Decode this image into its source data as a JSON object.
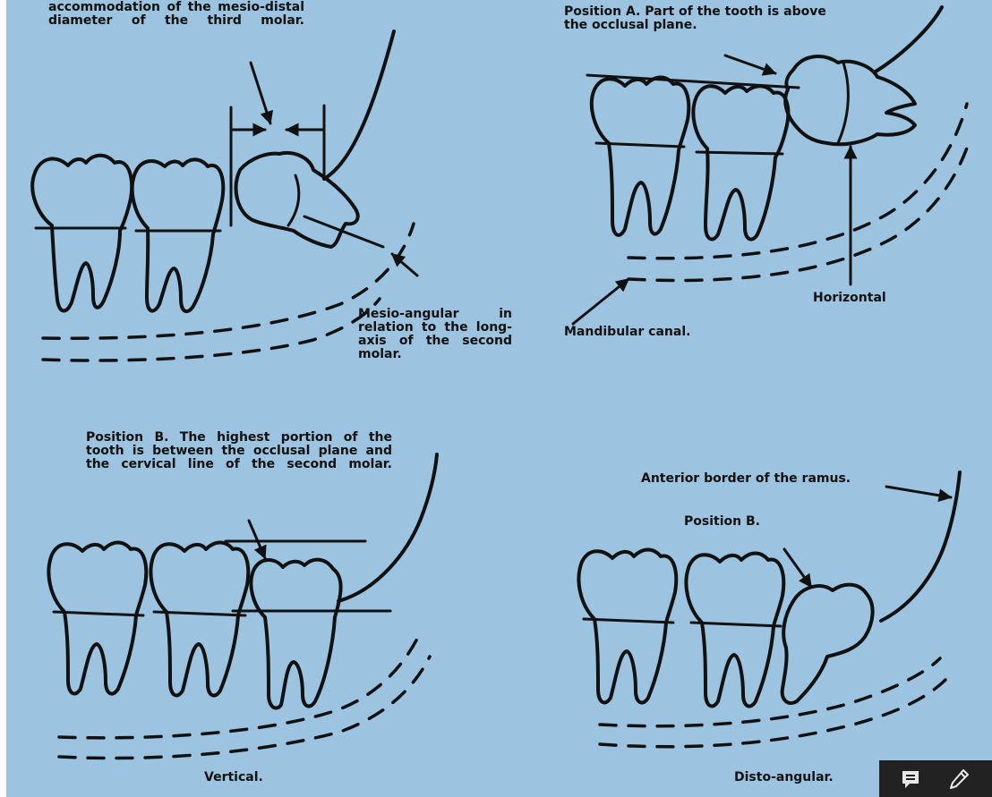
{
  "panels": {
    "top_left": {
      "caption": "accommodation of the mesio-distal diameter of the third molar.",
      "annotation": "Mesio-angular in relation to the long-axis of the second molar."
    },
    "top_right": {
      "caption": "Position A. Part of the tooth is above the occlusal plane.",
      "label_canal": "Mandibular canal.",
      "label_type": "Horizontal"
    },
    "bottom_left": {
      "caption": "Position B. The highest portion of the tooth is between the occlusal plane and the cervical line of the second molar.",
      "label_type": "Vertical."
    },
    "bottom_right": {
      "label_ramus": "Anterior border of the ramus.",
      "label_position": "Position B.",
      "label_type": "Disto-angular."
    }
  },
  "toolbar": {
    "comment_icon": "comment-icon",
    "pen_icon": "pen-icon"
  },
  "colors": {
    "background": "#9cc4e0",
    "ink": "#111111",
    "toolbar": "#222222"
  }
}
